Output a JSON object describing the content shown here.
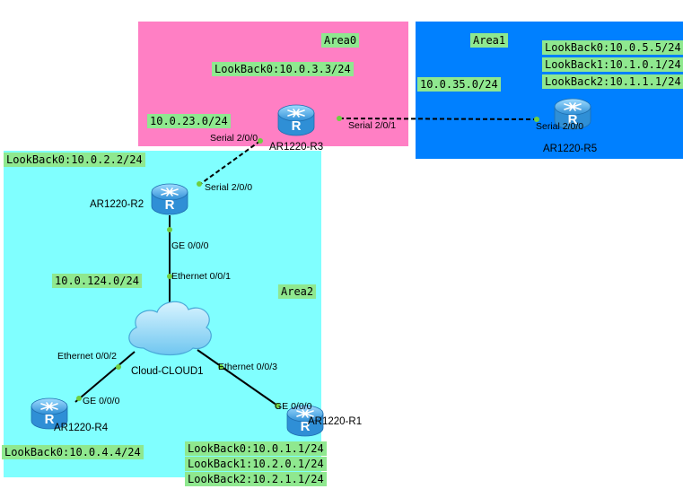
{
  "colors": {
    "area0": "#ff7fc4",
    "area1": "#0080ff",
    "area2": "#80ffff",
    "label_bg": "#8fe88f",
    "port_dot": "#6fcf3f",
    "router_body": "#4fb0e8"
  },
  "areas": {
    "area0": "Area0",
    "area1": "Area1",
    "area2": "Area2"
  },
  "networks": {
    "net_23": "10.0.23.0/24",
    "net_35": "10.0.35.0/24",
    "net_124": "10.0.124.0/24"
  },
  "loopbacks": {
    "r3": "LookBack0:10.0.3.3/24",
    "r2": "LookBack0:10.0.2.2/24",
    "r4": "LookBack0:10.0.4.4/24",
    "r5": [
      "LookBack0:10.0.5.5/24",
      "LookBack1:10.1.0.1/24",
      "LookBack2:10.1.1.1/24"
    ],
    "r1": [
      "LookBack0:10.0.1.1/24",
      "LookBack1:10.2.0.1/24",
      "LookBack2:10.2.1.1/24"
    ]
  },
  "devices": {
    "r3": {
      "name": "AR1220-R3",
      "icon": "router-icon"
    },
    "r5": {
      "name": "AR1220-R5",
      "icon": "router-icon"
    },
    "r2": {
      "name": "AR1220-R2",
      "icon": "router-icon"
    },
    "r4": {
      "name": "AR1220-R4",
      "icon": "router-icon"
    },
    "r1": {
      "name": "AR1220-R1",
      "icon": "router-icon"
    },
    "cloud": {
      "name": "Cloud-CLOUD1",
      "icon": "cloud-icon"
    }
  },
  "ports": {
    "r3_s200": "Serial 2/0/0",
    "r3_s201": "Serial 2/0/1",
    "r5_s200": "Serial 2/0/0",
    "r2_s200": "Serial 2/0/0",
    "r2_ge": "GE 0/0/0",
    "cloud_e1": "Ethernet 0/0/1",
    "cloud_e2": "Ethernet 0/0/2",
    "cloud_e3": "Ethernet 0/0/3",
    "r4_ge": "GE 0/0/0",
    "r1_ge": "GE 0/0/0"
  }
}
